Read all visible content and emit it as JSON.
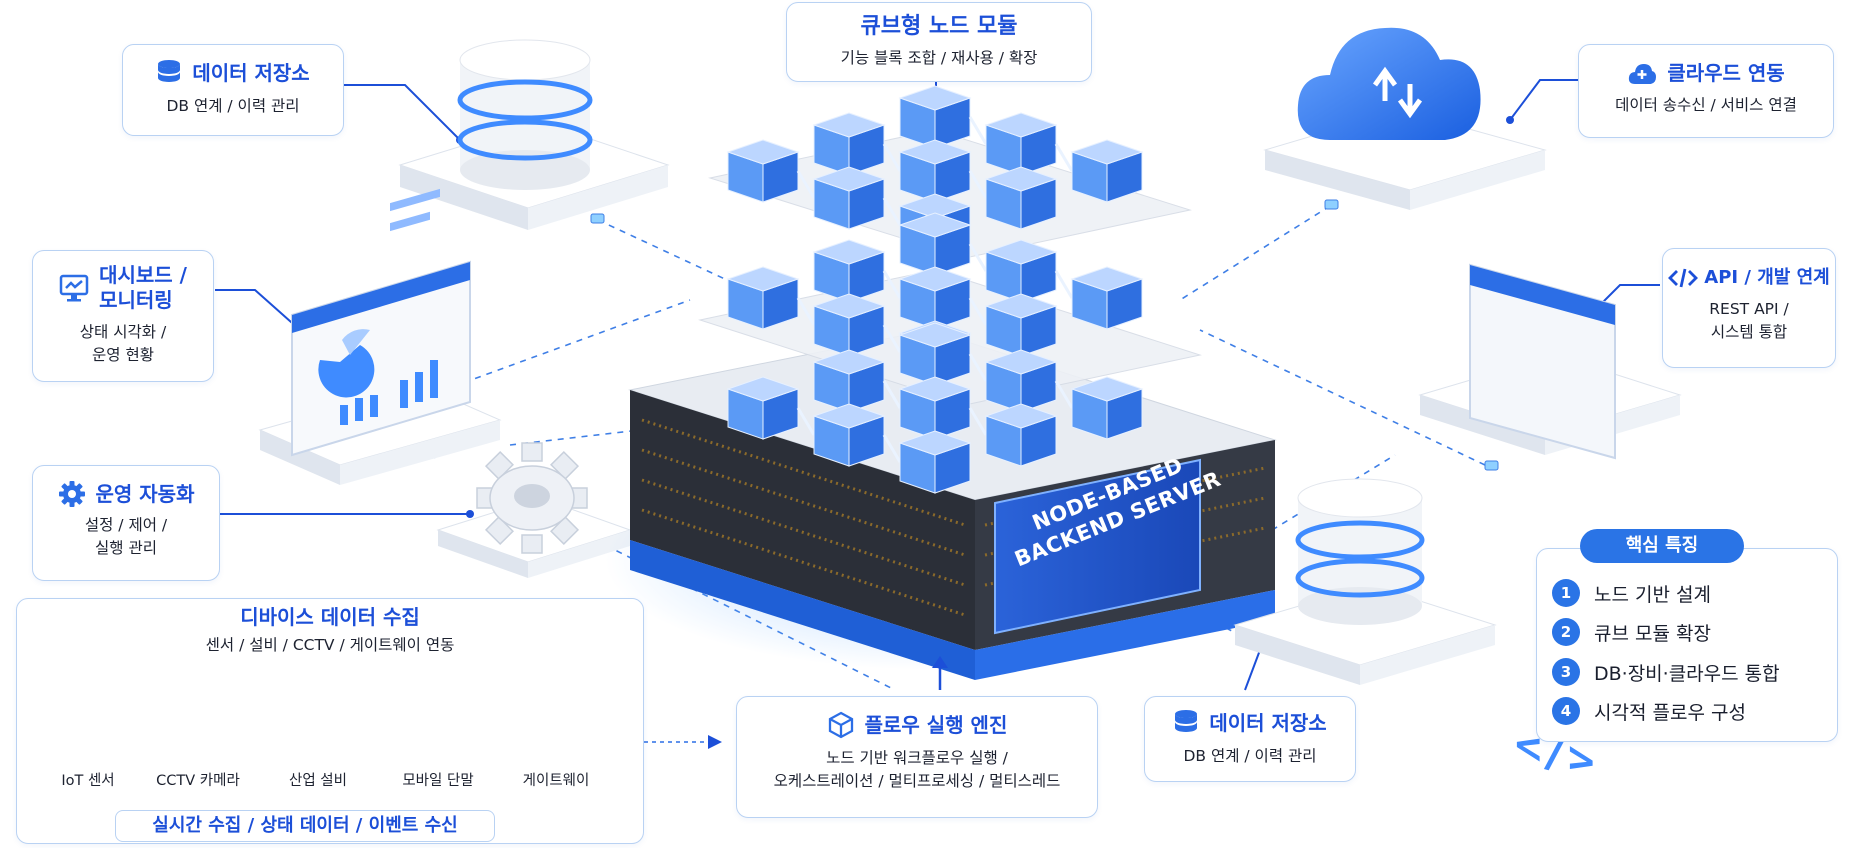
{
  "colors": {
    "accent": "#2a74e6",
    "title_blue": "#1c4fd8",
    "card_border": "#b9d2f3",
    "cube": "#4d8ef0"
  },
  "cube_module": {
    "title": "큐브형 노드 모듈",
    "subtitle": "기능 블록 조합 / 재사용 / 확장"
  },
  "storage_top": {
    "title": "데이터 저장소",
    "subtitle": "DB 연계 / 이력 관리",
    "icon": "database-icon"
  },
  "dashboard": {
    "title_line1": "대시보드 /",
    "title_line2": "모니터링",
    "sub_line1": "상태 시각화 /",
    "sub_line2": "운영 현황",
    "icon": "monitor-chart-icon"
  },
  "automation": {
    "title": "운영 자동화",
    "sub_line1": "설정 / 제어 /",
    "sub_line2": "실행 관리",
    "icon": "gear-icon"
  },
  "devices": {
    "title": "디바이스 데이터 수집",
    "subtitle": "센서 / 설비 / CCTV / 게이트웨이 연동",
    "items": [
      "IoT 센서",
      "CCTV 카메라",
      "산업 설비",
      "모바일 단말",
      "게이트웨이"
    ],
    "bottom": "실시간 수집 / 상태 데이터 / 이벤트 수신"
  },
  "flow_engine": {
    "title": "플로우 실행 엔진",
    "sub_line1": "노드 기반 워크플로우 실행 /",
    "sub_line2": "오케스트레이션 / 멀티프로세싱 / 멀티스레드",
    "icon": "cube-icon"
  },
  "storage_bottom": {
    "title": "데이터 저장소",
    "subtitle": "DB 연계 / 이력 관리",
    "icon": "database-icon"
  },
  "cloud": {
    "title": "클라우드 연동",
    "subtitle": "데이터 송수신 / 서비스 연결",
    "icon": "cloud-plus-icon"
  },
  "api": {
    "title": "API / 개발 연계",
    "sub_line1": "REST API /",
    "sub_line2": "시스템 통합",
    "icon": "code-icon"
  },
  "features": {
    "title": "핵심 특징",
    "items": [
      {
        "num": "1",
        "label": "노드 기반 설계"
      },
      {
        "num": "2",
        "label": "큐브 모듈 확장"
      },
      {
        "num": "3",
        "label": "DB·장비·클라우드 통합"
      },
      {
        "num": "4",
        "label": "시각적 플로우 구성"
      }
    ]
  },
  "server": {
    "line1": "NODE-BASED",
    "line2": "BACKEND SERVER"
  }
}
